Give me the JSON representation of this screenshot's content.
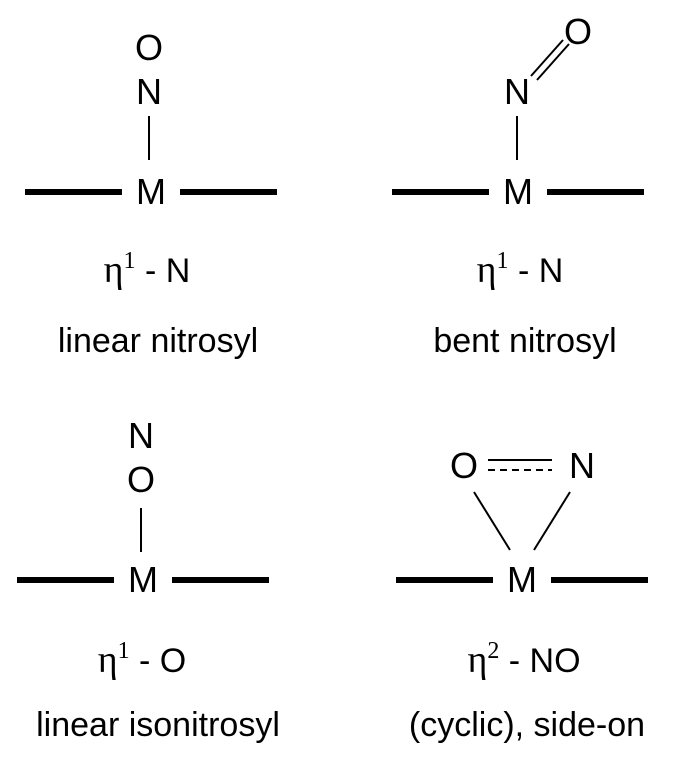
{
  "panels": [
    {
      "atoms": {
        "top": "O",
        "middle": "N",
        "metal": "M"
      },
      "hapticity": {
        "symbol": "η",
        "superscript": "1",
        "suffix": " - N"
      },
      "caption": "linear nitrosyl"
    },
    {
      "atoms": {
        "top": "O",
        "middle": "N",
        "metal": "M"
      },
      "hapticity": {
        "symbol": "η",
        "superscript": "1",
        "suffix": " - N"
      },
      "caption": "bent nitrosyl"
    },
    {
      "atoms": {
        "top": "N",
        "middle": "O",
        "metal": "M"
      },
      "hapticity": {
        "symbol": "η",
        "superscript": "1",
        "suffix": " - O"
      },
      "caption": "linear isonitrosyl"
    },
    {
      "atoms": {
        "left": "O",
        "right": "N",
        "metal": "M"
      },
      "hapticity": {
        "symbol": "η",
        "superscript": "2",
        "suffix": " - NO"
      },
      "caption": "(cyclic), side-on"
    }
  ]
}
